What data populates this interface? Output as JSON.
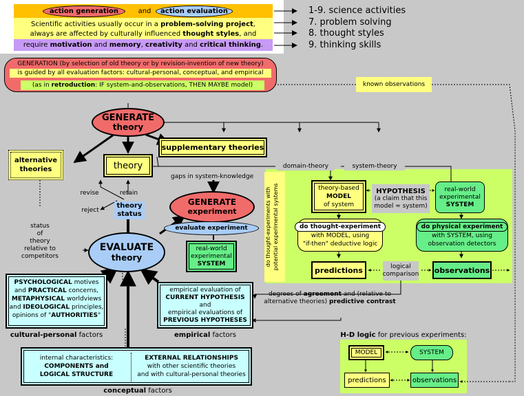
{
  "legend": {
    "action_generation": "action generation",
    "and": "and",
    "action_evaluation": "action evaluation",
    "line1a": "Scientific activities usually occur in a ",
    "line1b": "problem-solving project",
    "line1c": ",",
    "line2a": "always are affected by culturally influenced ",
    "line2b": "thought styles",
    "line2c": ", and",
    "line3a": "require ",
    "line3b": "motivation",
    "line3c": " and ",
    "line3d": "memory",
    "line3e": ", ",
    "line3f": "creativity",
    "line3g": " and ",
    "line3h": "critical thinking",
    "line3i": ".",
    "key1": "1-9. science activities",
    "key2": "7. problem solving",
    "key3": "8. thought styles",
    "key4": "9. thinking skills"
  },
  "generation_box": {
    "line1": "GENERATION (by selection of old theory or by revision-invention of new theory)",
    "line2": "is guided by all evaluation factors: cultural-personal, conceptual, and empirical",
    "line3a": "(as in ",
    "line3b": "retroduction",
    "line3c": ":  IF system-and-observations, THEN MAYBE model)"
  },
  "known_observations": "known observations",
  "generate_theory": {
    "line1": "GENERATE",
    "line2": "theory"
  },
  "supplementary_theories": "supplementary theories",
  "alternative_theories": {
    "line1": "alternative",
    "line2": "theories"
  },
  "theory": "theory",
  "revise": "revise",
  "retain": "retain",
  "reject": "reject",
  "theory_status": {
    "line1": "theory",
    "line2": "status"
  },
  "status_text": {
    "l1": "status",
    "l2": "of",
    "l3": "theory",
    "l4": "relative to",
    "l5": "competitors"
  },
  "evaluate_theory": {
    "line1": "EVALUATE",
    "line2": "theory"
  },
  "gaps": "gaps in system-knowledge",
  "generate_experiment": {
    "line1": "GENERATE",
    "line2": "experiment"
  },
  "evaluate_experiment": "evaluate experiment",
  "rw_system_left": {
    "l1": "real-world",
    "l2": "experimental",
    "l3": "SYSTEM"
  },
  "domain_theory": "domain-theory",
  "system_theory": "system-theory",
  "vertical_text": {
    "l1": "do thought-experiments with",
    "l2": "potential experimental systems"
  },
  "model_box": {
    "l1": "theory-based",
    "l2": "MODEL",
    "l3": "of system"
  },
  "hypothesis": {
    "l1": "HYPOTHESIS",
    "l2": "(a claim that this",
    "l3": "model ≈ system)"
  },
  "rw_system_right": {
    "l1": "real-world",
    "l2": "experimental",
    "l3": "SYSTEM"
  },
  "thought_exp": {
    "l1": "do thought-experiment",
    "l2": "with MODEL, using",
    "l3": "\"if-then\" deductive logic"
  },
  "physical_exp": {
    "l1": "do physical experiment",
    "l2": "with SYSTEM, using",
    "l3": "observation detectors"
  },
  "predictions": "predictions",
  "observations": "observations",
  "logical_comparison": {
    "l1": "logical",
    "l2": "comparison"
  },
  "degrees": {
    "l1a": "degrees of ",
    "l1b": "agreement",
    "l1c": " and (relative to",
    "l2a": "alternative theories) ",
    "l2b": "predictive contrast"
  },
  "cultural_box": {
    "l1a": "PSYCHOLOGICAL",
    "l1b": " motives",
    "l2a": "and ",
    "l2b": "PRACTICAL",
    "l2c": " concerns,",
    "l3a": "METAPHYSICAL",
    "l3b": " worldviews",
    "l4a": "and ",
    "l4b": "IDEOLOGICAL",
    "l4c": " principles,",
    "l5": "and",
    "l6a": "opinions of \"",
    "l6b": "AUTHORITIES",
    "l6c": "\""
  },
  "cultural_label": {
    "a": "cultural-personal",
    "b": " factors"
  },
  "empirical_box": {
    "l1": "empirical  evaluation of",
    "l2": "CURRENT HYPOTHESIS",
    "l3": "and",
    "l4": "empirical evaluations of",
    "l5": "PREVIOUS HYPOTHESES"
  },
  "empirical_label": {
    "a": "empirical",
    "b": " factors"
  },
  "hd_title": {
    "a": "H-D logic",
    "b": " for previous experiments:"
  },
  "hd": {
    "model": "MODEL",
    "system": "SYSTEM",
    "predictions": "predictions",
    "observations": "observations"
  },
  "conceptual_box": {
    "left1": "internal characteristics:",
    "left2": "COMPONENTS and",
    "left3": "LOGICAL STRUCTURE",
    "right1": "EXTERNAL RELATIONSHIPS",
    "right2": "with other scientific theories",
    "right3": "and with cultural-personal theories"
  },
  "conceptual_label": {
    "a": "conceptual",
    "b": " factors"
  },
  "colors": {
    "background": "#c8c8c8",
    "gen_red": "#f26b6b",
    "eval_blue": "#a9cdf7",
    "yellow": "#ffff80",
    "lime": "#ccff66",
    "green": "#66ee88",
    "orange": "#ffc000",
    "purple": "#c79af5",
    "cyan": "#c8ffff"
  }
}
